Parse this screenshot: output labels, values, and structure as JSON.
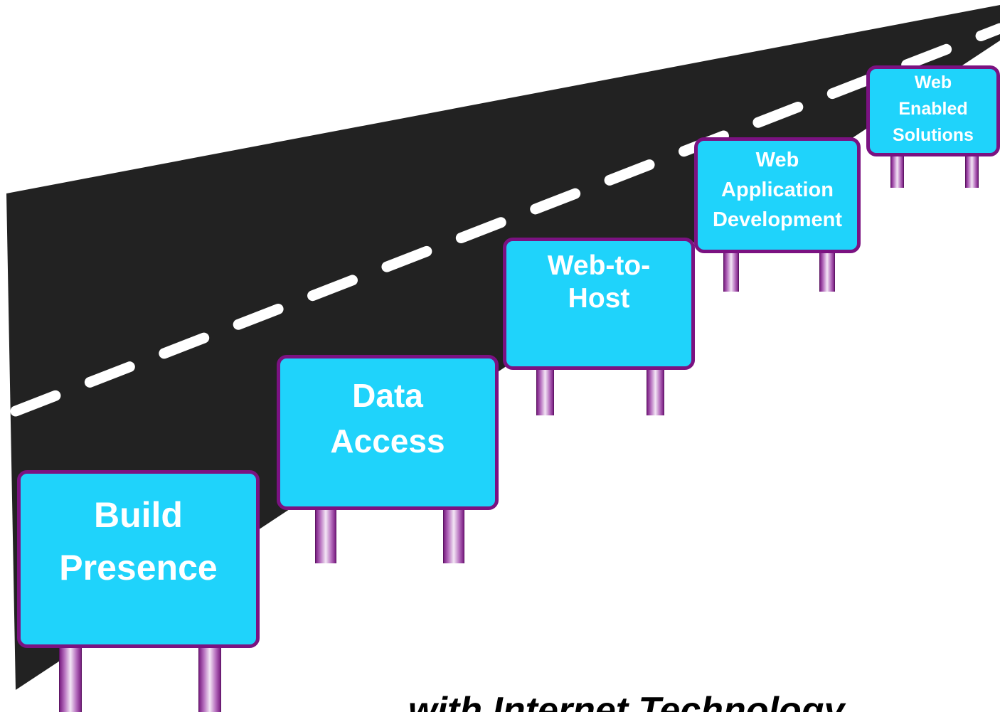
{
  "signs": [
    {
      "line1": "Build",
      "line2": "Presence",
      "line3": ""
    },
    {
      "line1": "Data",
      "line2": "Access",
      "line3": ""
    },
    {
      "line1": "Web-to-",
      "line2": "Host",
      "line3": ""
    },
    {
      "line1": "Web",
      "line2": "Application",
      "line3": "Development"
    },
    {
      "line1": "Web",
      "line2": "Enabled",
      "line3": "Solutions"
    }
  ],
  "tagline": "with Internet Technology",
  "colors": {
    "road": "#222222",
    "sign_fill": "#1fd3fb",
    "sign_border": "#7b1281",
    "sign_text": "#ffffff",
    "post": "#b56dbd",
    "lane_marking": "#ffffff"
  }
}
